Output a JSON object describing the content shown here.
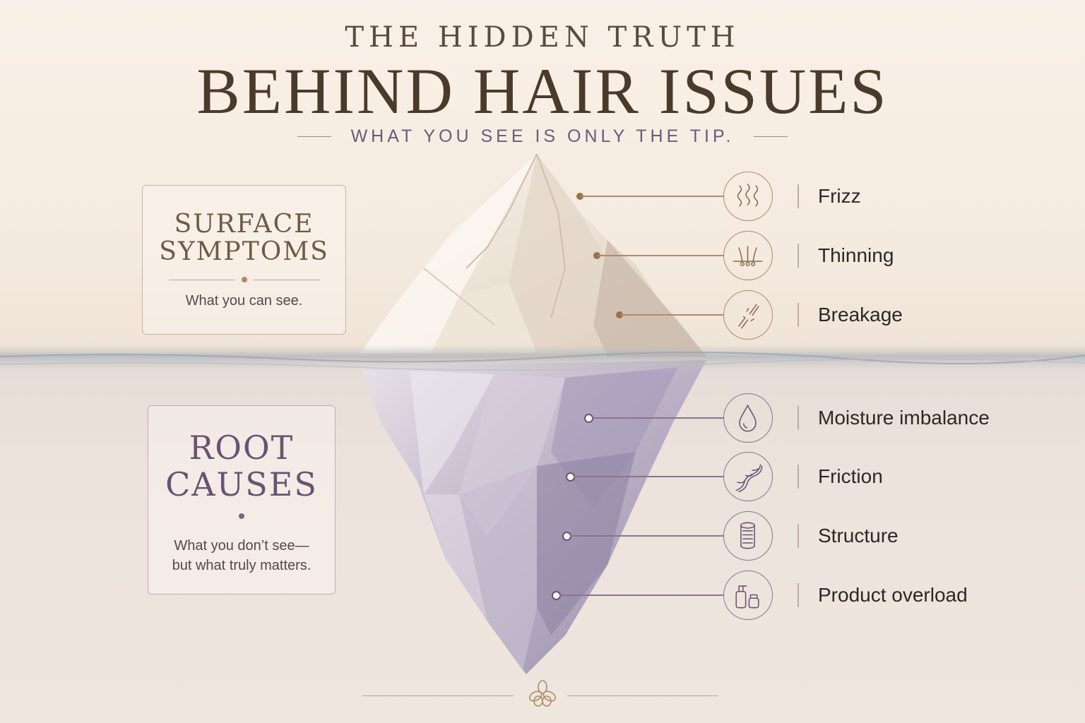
{
  "header": {
    "title_line1": "THE HIDDEN TRUTH",
    "title_line2": "BEHIND HAIR ISSUES",
    "tagline": "WHAT YOU SEE IS ONLY THE TIP."
  },
  "surface_card": {
    "title_line1": "SURFACE",
    "title_line2": "SYMPTOMS",
    "subtitle": "What you can see."
  },
  "root_card": {
    "title_line1": "ROOT",
    "title_line2": "CAUSES",
    "subtitle_line1": "What you don’t see—",
    "subtitle_line2": "but what truly matters."
  },
  "surface_symptoms": [
    {
      "label": "Frizz",
      "icon": "wavy-lines-icon"
    },
    {
      "label": "Thinning",
      "icon": "hair-follicle-icon"
    },
    {
      "label": "Breakage",
      "icon": "broken-strand-icon"
    }
  ],
  "root_causes": [
    {
      "label": "Moisture imbalance",
      "icon": "water-drop-icon"
    },
    {
      "label": "Friction",
      "icon": "twisted-strands-icon"
    },
    {
      "label": "Structure",
      "icon": "hair-cylinder-icon"
    },
    {
      "label": "Product overload",
      "icon": "product-bottles-icon"
    }
  ],
  "colors": {
    "surface_accent": "#b08a6a",
    "root_accent": "#6a5272",
    "title": "#4a3a2c",
    "tagline": "#6e5a78"
  }
}
